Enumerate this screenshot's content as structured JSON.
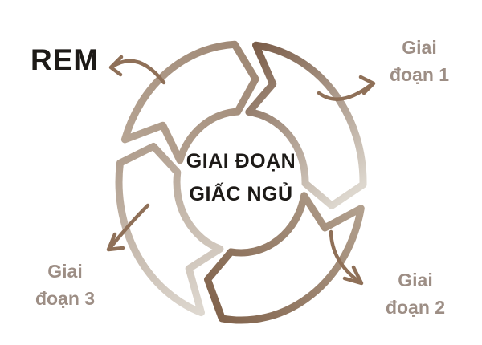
{
  "diagram": {
    "type": "cycle",
    "direction": "clockwise",
    "segment_count": 4,
    "sequence": [
      "REM",
      "Giai đoạn 1",
      "Giai đoạn 2",
      "Giai đoạn 3"
    ]
  },
  "labels": {
    "center": [
      "GIAI ĐOẠN",
      "GIẤC NGỦ"
    ],
    "rem": "REM",
    "stage1": [
      "Giai",
      "đoạn 1"
    ],
    "stage2": [
      "Giai",
      "đoạn 2"
    ],
    "stage3": [
      "Giai",
      "đoạn 3"
    ]
  },
  "colors": {
    "background": "#ffffff",
    "title_text": "#1d1a17",
    "stage_label_text": "#9d8e85",
    "arrow": "#8f7058",
    "segment_topleft": [
      "#b6a493",
      "#a08976"
    ],
    "segment_topright": [
      "#7b5d49",
      "#ddd7ce"
    ],
    "segment_bottomright": [
      "#b2a08e",
      "#82644d"
    ],
    "segment_bottomleft": [
      "#ded8d0",
      "#b2a090"
    ],
    "segment_fill": "#ffffff"
  }
}
